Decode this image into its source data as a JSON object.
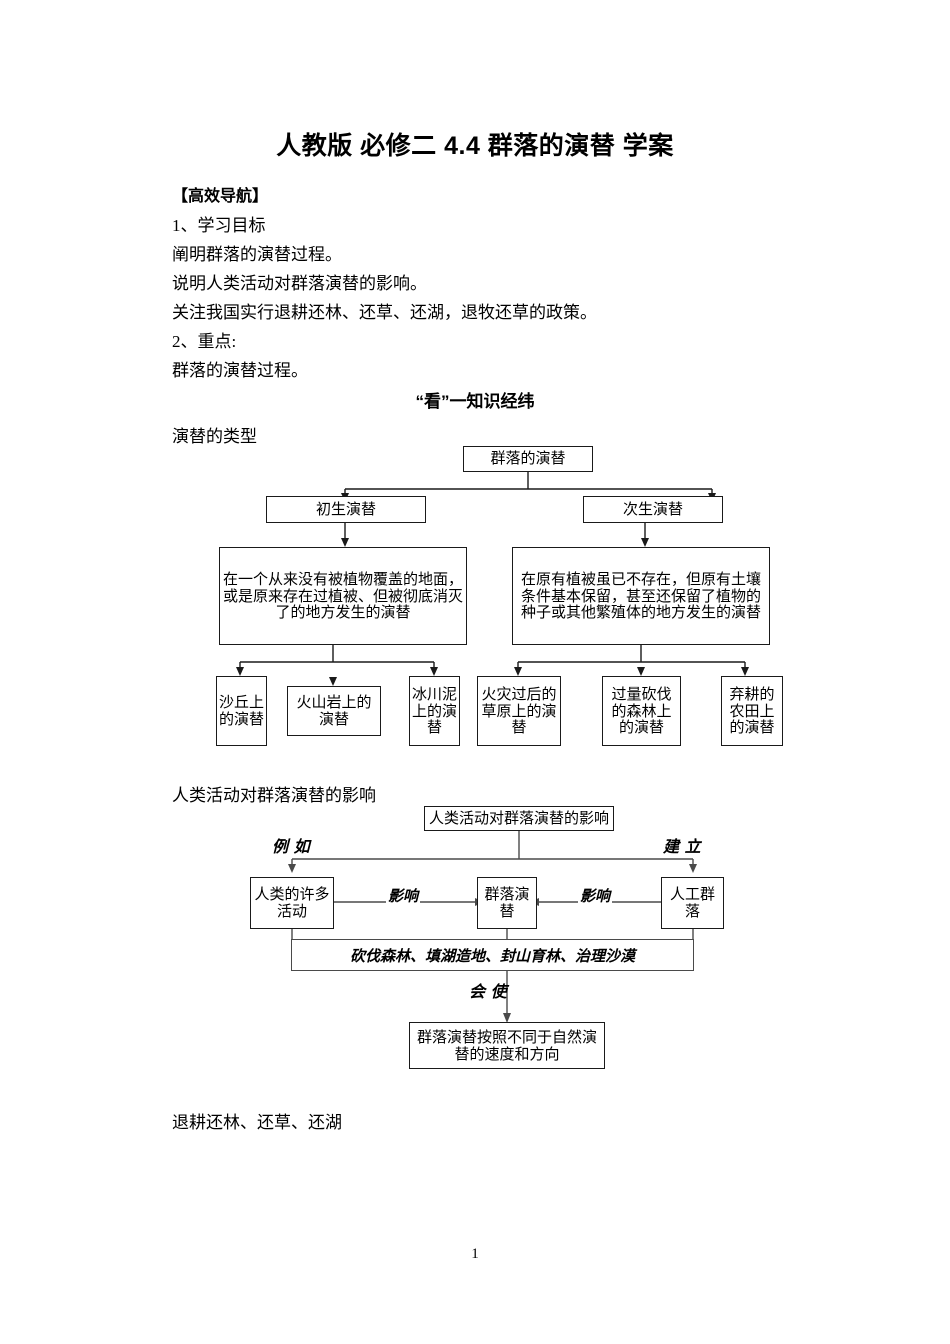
{
  "document": {
    "title": "人教版 必修二 4.4 群落的演替 学案",
    "nav_heading": "【高效导航】",
    "lines": [
      "1、学习目标",
      "阐明群落的演替过程。",
      "说明人类活动对群落演替的影响。",
      "关注我国实行退耕还林、还草、还湖，退牧还草的政策。",
      "2、重点:",
      "群落的演替过程。"
    ],
    "section_heading": "“看”一知识经纬",
    "diagram1_caption": "演替的类型",
    "diagram2_caption": "人类活动对群落演替的影响",
    "closing_line": "退耕还林、还草、还湖",
    "page_number": "1"
  },
  "diagram1": {
    "root": "群落的演替",
    "branch_left": "初生演替",
    "branch_right": "次生演替",
    "desc_left": "在一个从来没有被植物覆盖的地面，或是原来存在过植被、但被彻底消灭了的地方发生的演替",
    "desc_right": "在原有植被虽已不存在，但原有土壤条件基本保留，甚至还保留了植物的种子或其他繁殖体的地方发生的演替",
    "leaves_left": [
      "沙丘上的演替",
      "火山岩上的演替",
      "冰川泥上的演替"
    ],
    "leaves_right": [
      "火灾过后的草原上的演替",
      "过量砍伐的森林上的演替",
      "弃耕的农田上的演替"
    ]
  },
  "diagram2": {
    "root": "人类活动对群落演替的影响",
    "label_left": "例 如",
    "label_right": "建 立",
    "node_left": "人类的许多活动",
    "node_center": "群落演替",
    "node_right": "人工群落",
    "edge_left": "影响",
    "edge_right": "影响",
    "activities": "砍伐森林、填湖造地、封山育林、治理沙漠",
    "label_bottom": "会 使",
    "outcome": "群落演替按照不同于自然演替的速度和方向"
  }
}
